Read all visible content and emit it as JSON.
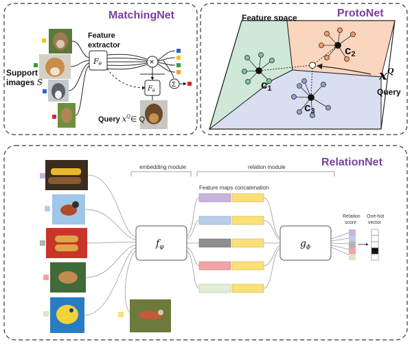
{
  "matching": {
    "title": "MatchingNet",
    "extractor_label_1": "Feature",
    "extractor_label_2": "extractor",
    "support_label_1": "Support",
    "support_label_2": "images",
    "support_symbol": "S",
    "f_symbol": "F",
    "f_sub": "θ",
    "query_label": "Query",
    "query_symbol": "x",
    "query_sup": "Q",
    "query_in": "∈ Q",
    "multiply_symbol": "×",
    "sum_symbol": "Σ"
  },
  "proto": {
    "title": "ProtoNet",
    "feature_space": "Feature space",
    "c1": "c",
    "c1_sub": "1",
    "c2": "c",
    "c2_sub": "2",
    "c3": "c",
    "c3_sub": "3",
    "xq": "x",
    "xq_sup": "Q",
    "query": "Query"
  },
  "relation": {
    "title": "RelationNet",
    "embedding_module": "embedding module",
    "relation_module": "relation module",
    "concat_label": "Feature maps concatenation",
    "f_phi": "f",
    "f_phi_sub": "φ",
    "g_phi": "g",
    "g_phi_sub": "ϕ",
    "relation_score_1": "Relation",
    "relation_score_2": "score",
    "onehot_1": "One-hot",
    "onehot_2": "vector"
  },
  "colors": {
    "title_purple": "#7b3fa0",
    "region_green": "#cfe8d8",
    "region_orange": "#fbd6bf",
    "region_blue": "#d9dff0",
    "class_green": "#7cc49a",
    "class_orange": "#f39a6a",
    "class_blue": "#8da0d2",
    "sq_purple": "#c9b3dc",
    "sq_blue": "#b9cde8",
    "sq_gray": "#b3b3b3",
    "sq_red": "#f3a3a3",
    "sq_green": "#d7e8c9",
    "sq_yellow": "#fbe07a"
  },
  "icons": [
    "dog-photo",
    "bird-photo",
    "food-photo",
    "fish-photo",
    "corn-photo",
    "hotdog-photo"
  ]
}
